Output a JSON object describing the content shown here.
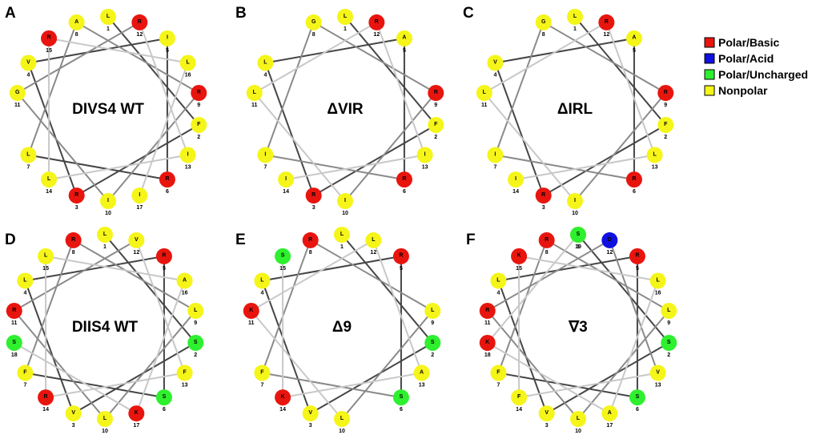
{
  "colors": {
    "Polar/Basic": "#e8150f",
    "Polar/Acid": "#1010e0",
    "Polar/Uncharged": "#2ef02e",
    "Nonpolar": "#f5f519",
    "bond_dark": "#454545",
    "bond_mid": "#8a8a8a",
    "bond_light": "#c8c8c8"
  },
  "legend": [
    {
      "label": "Polar/Basic",
      "class": "Polar/Basic"
    },
    {
      "label": "Polar/Acid",
      "class": "Polar/Acid"
    },
    {
      "label": "Polar/Uncharged",
      "class": "Polar/Uncharged"
    },
    {
      "label": "Nonpolar",
      "class": "Nonpolar"
    }
  ],
  "panels": [
    {
      "letter": "A",
      "title": "DIVS4 WT",
      "sequence": [
        "L",
        "F",
        "R",
        "V",
        "I",
        "R",
        "L",
        "A",
        "R",
        "I",
        "G",
        "R",
        "I",
        "L",
        "R",
        "L",
        "I"
      ]
    },
    {
      "letter": "B",
      "title": "ΔVIR",
      "sequence": [
        "L",
        "F",
        "R",
        "L",
        "A",
        "R",
        "I",
        "G",
        "R",
        "I",
        "L",
        "R",
        "I",
        "I"
      ]
    },
    {
      "letter": "C",
      "title": "ΔIRL",
      "sequence": [
        "L",
        "F",
        "R",
        "V",
        "A",
        "R",
        "I",
        "G",
        "R",
        "I",
        "L",
        "R",
        "L",
        "I"
      ]
    },
    {
      "letter": "D",
      "title": "DIIS4 WT",
      "sequence": [
        "L",
        "S",
        "V",
        "L",
        "R",
        "S",
        "F",
        "R",
        "L",
        "L",
        "R",
        "V",
        "F",
        "R",
        "L",
        "A",
        "K",
        "S"
      ]
    },
    {
      "letter": "E",
      "title": "Δ9",
      "sequence": [
        "L",
        "S",
        "V",
        "L",
        "R",
        "S",
        "F",
        "R",
        "L",
        "L",
        "K",
        "L",
        "A",
        "K",
        "S"
      ]
    },
    {
      "letter": "F",
      "title": "∇3",
      "sequence": [
        "L",
        "S",
        "V",
        "L",
        "R",
        "S",
        "F",
        "R",
        "L",
        "L",
        "R",
        "D",
        "V",
        "F",
        "K",
        "L",
        "A",
        "K",
        "S"
      ]
    }
  ]
}
